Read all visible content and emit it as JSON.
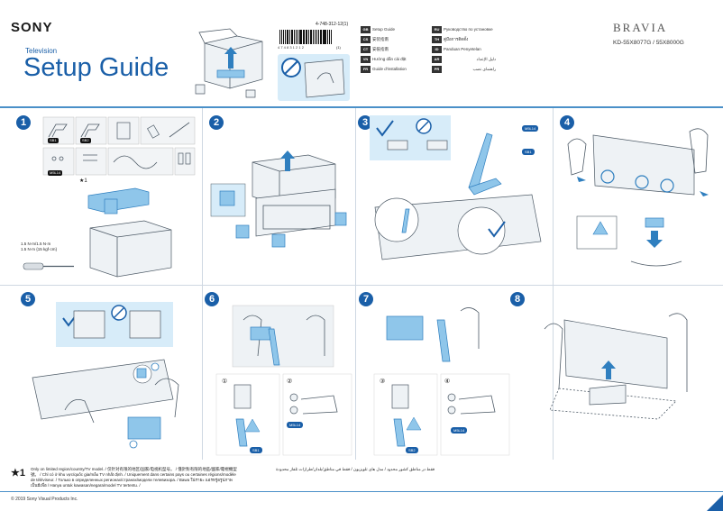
{
  "header": {
    "brand": "SONY",
    "subtitle": "Television",
    "title": "Setup Guide",
    "product_line": "BRAVIA",
    "models": "KD-55X8077G / 55X8000G",
    "doc_number": "4-748-312-12(1)",
    "barcode_digits": "4 7 4 8 3 1 2 1 2",
    "barcode_suffix": "(1)"
  },
  "languages": [
    {
      "code": "GB",
      "name": "Setup Guide"
    },
    {
      "code": "RU",
      "name": "Руководство по установке"
    },
    {
      "code": "CS",
      "name": "安装指南"
    },
    {
      "code": "TH",
      "name": "คู่มือการติดตั้ง"
    },
    {
      "code": "CT",
      "name": "安裝指南"
    },
    {
      "code": "ID",
      "name": "Panduan Penyetelan"
    },
    {
      "code": "VN",
      "name": "Hướng dẫn cài đặt"
    },
    {
      "code": "AR",
      "name": "دليل الإعداد"
    },
    {
      "code": "FR",
      "name": "Guide d'installation"
    },
    {
      "code": "PR",
      "name": "راهنمای نصب"
    }
  ],
  "steps": [
    {
      "num": "1"
    },
    {
      "num": "2"
    },
    {
      "num": "3"
    },
    {
      "num": "4"
    },
    {
      "num": "5"
    },
    {
      "num": "6"
    },
    {
      "num": "7"
    },
    {
      "num": "8"
    }
  ],
  "parts": {
    "sb1": "SB1",
    "sb2": "SB2",
    "m5l14": "M5L14",
    "footnote_marker": "★1",
    "screw_torque": "1.5 N·m {15 kgf·cm}",
    "screw_spec": "1.5 N·m/1.5 N·m"
  },
  "substeps": {
    "s6a": "①",
    "s6b": "②",
    "s7a": "③",
    "s7b": "④"
  },
  "footnote": {
    "marker": "★1",
    "text": "Only on limited region/country/TV model. / 仅针对有限的地区/国家/电视机型号。 / 僅針對有限的地區/國家/電視機型號。 / Chỉ có ở khu vực/quốc gia/mẫu TV nhất định. / Uniquement dans certains pays ou certaines régions/modèle de téléviseur. / Только в определенных регионах/странах/модели телевизора. / Bawa ใน่รายะ แอรหรู่อรูปภาพเป็นมีเพื่อ / Hanya untuk kawasan/negara/model TV tertentu. /",
    "text_rtl": "فقط در مناطق کشور محدود / مدل های تلویزیون / فقط في مناطق/بلدان/طرازات تلفاز محدودة"
  },
  "copyright": "© 2019 Sony Visual Products Inc."
}
